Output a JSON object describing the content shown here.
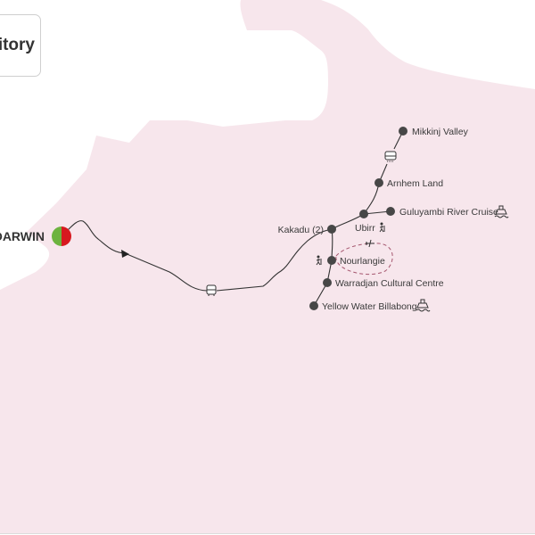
{
  "region_label": "itory",
  "start": {
    "label": "DARWIN",
    "colors": [
      "#6db33f",
      "#d7191f"
    ]
  },
  "colors": {
    "land": "#f7e6ec",
    "route": "#333333",
    "stop": "#474747",
    "flight": "#a5566e"
  },
  "stops": [
    {
      "name": "Kakadu (2)"
    },
    {
      "name": "Ubirr"
    },
    {
      "name": "Guluyambi River Cruise"
    },
    {
      "name": "Arnhem Land"
    },
    {
      "name": "Mikkinj Valley"
    },
    {
      "name": "Nourlangie"
    },
    {
      "name": "Warradjan Cultural Centre"
    },
    {
      "name": "Yellow Water Billabong"
    }
  ],
  "icons": [
    "bus-icon",
    "jeep-icon",
    "boat-icon",
    "hiker-icon",
    "plane-icon",
    "direction-arrow-icon"
  ]
}
